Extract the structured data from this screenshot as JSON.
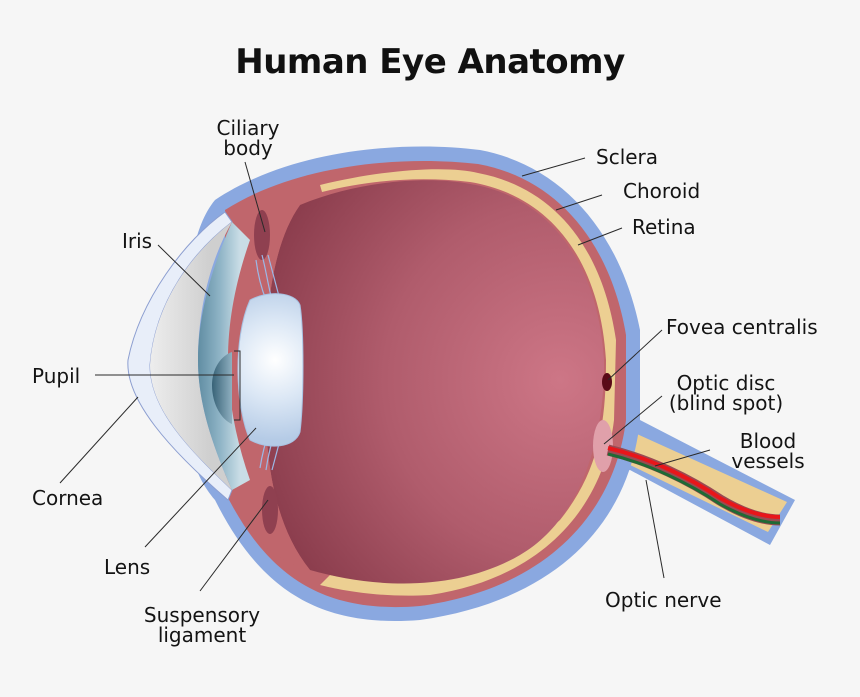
{
  "title": "Human Eye Anatomy",
  "labels": {
    "ciliary_body": [
      "Ciliary",
      "body"
    ],
    "iris": "Iris",
    "pupil": "Pupil",
    "cornea": "Cornea",
    "lens": "Lens",
    "suspensory_ligament": [
      "Suspensory",
      "ligament"
    ],
    "sclera": "Sclera",
    "choroid": "Choroid",
    "retina": "Retina",
    "fovea_centralis": "Fovea centralis",
    "optic_disc": [
      "Optic disc",
      "(blind spot)"
    ],
    "blood_vessels": [
      "Blood",
      "vessels"
    ],
    "optic_nerve": "Optic nerve"
  },
  "colors": {
    "background": "#f6f6f6",
    "sclera": "#8aa8e0",
    "choroid": "#c0666c",
    "retina": "#eccf92",
    "vitreous_dark": "#8f4050",
    "vitreous_light": "#cc7585",
    "cornea": "#e8eef9",
    "aqueous": "#dedede",
    "iris": "#5d8aa0",
    "lens": "#c6d8ee",
    "fovea": "#5a0a18",
    "optic_disc": "#e0a0aa",
    "artery": "#e8161a",
    "vein": "#1f6a35"
  }
}
